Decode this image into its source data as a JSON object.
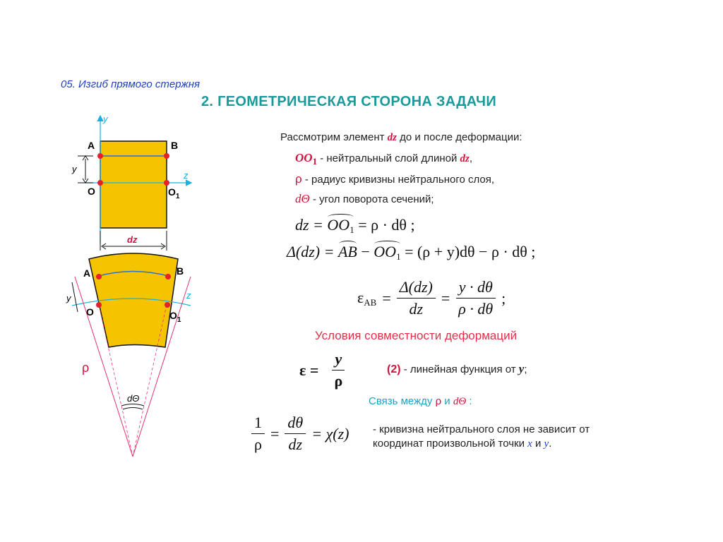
{
  "header": {
    "subtitle": "05. Изгиб прямого стержня",
    "title": "2. ГЕОМЕТРИЧЕСКАЯ СТОРОНА ЗАДАЧИ"
  },
  "diagram": {
    "axis_y": "y",
    "axis_z": "z",
    "point_a": "A",
    "point_b": "B",
    "point_o": "O",
    "point_o1": "O",
    "point_o1_sub": "1",
    "dim_y": "y",
    "dim_dz": "dz",
    "rho": "ρ",
    "dtheta": "dΘ",
    "colors": {
      "fill": "#f5c400",
      "outline": "#111111",
      "marker": "#e8202a",
      "axis": "#1ab0e0",
      "radius": "#e8336a"
    }
  },
  "text": {
    "intro_pre": "Рассмотрим элемент",
    "intro_var": "dz",
    "intro_post": "до и после деформации:",
    "oo1_var": "OO",
    "oo1_sub": "1",
    "oo1_desc": "- нейтральный слой длиной",
    "oo1_dz": "dz",
    "oo1_end": ",",
    "rho_var": "ρ",
    "rho_desc": "- радиус кривизны нейтрального слоя,",
    "dth_var": "dΘ",
    "dth_desc": "- угол поворота сечений;",
    "compat_heading": "Условия совместности деформаций",
    "linear_num": "(2)",
    "linear_desc": "- линейная функция от",
    "linear_var": "y",
    "linear_end": ";",
    "link_pre": "Связь между",
    "link_rho": "ρ",
    "link_and": "и",
    "link_dth": "dΘ",
    "link_end": ":",
    "curv_line1": "- кривизна нейтрального слоя не зависит от",
    "curv_line2_pre": "координат произвольной точки",
    "curv_x": "x",
    "curv_and": "и",
    "curv_y": "y",
    "curv_end": "."
  },
  "formulas": {
    "f1": {
      "lhs": "dz =",
      "arc": "OO",
      "arc_sub": "1",
      "rhs": "= ρ · dθ ;"
    },
    "f2": {
      "lhs": "Δ(dz) =",
      "arc1": "AB",
      "minus": "−",
      "arc2": "OO",
      "arc2_sub": "1",
      "rhs": "= (ρ + y)dθ − ρ · dθ ;"
    },
    "f3": {
      "lhs": "ε",
      "lhs_sub": "AB",
      "eq1": "=",
      "n1": "Δ(dz)",
      "d1": "dz",
      "eq2": "=",
      "n2": "y · dθ",
      "d2": "ρ · dθ",
      "end": ";"
    },
    "f4": {
      "lhs": "ε =",
      "num": "y",
      "den": "ρ"
    },
    "f5": {
      "n1": "1",
      "d1": "ρ",
      "eq1": "=",
      "n2": "dθ",
      "d2": "dz",
      "rhs": "= χ(z)"
    }
  }
}
